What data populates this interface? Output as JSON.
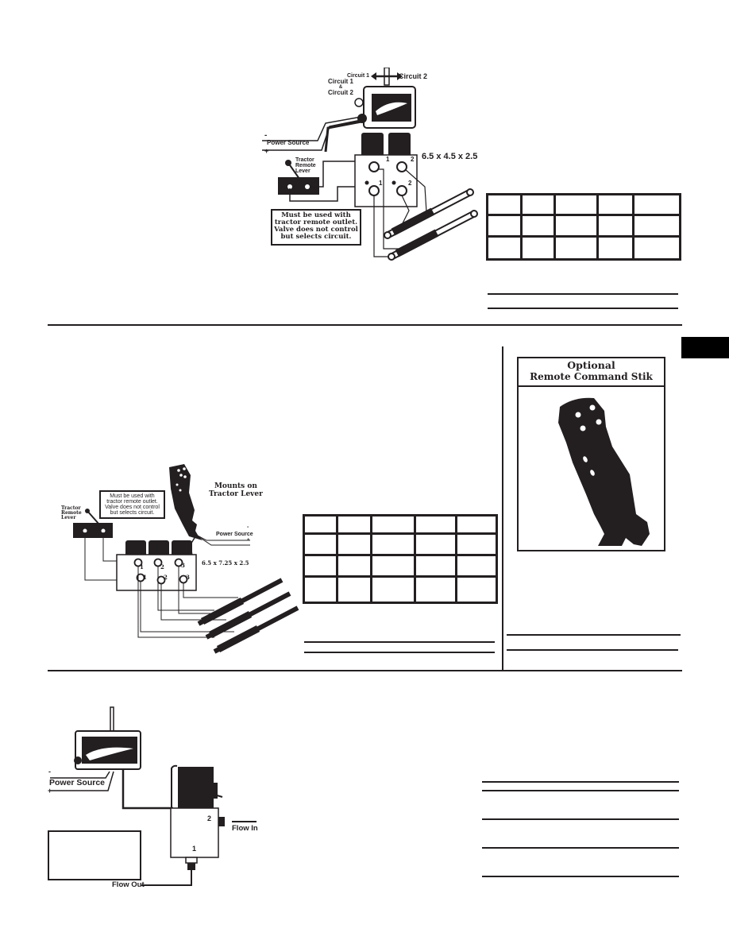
{
  "section1": {
    "diagram": {
      "control_box_labels": [
        "Circuit 1",
        "Circuit 2"
      ],
      "side_label": "Circuit 1 & Circuit 2",
      "side_label_lines": [
        "Circuit 1",
        "&",
        "Circuit 2"
      ],
      "power_source": "Power Source",
      "minus": "-",
      "plus": "+",
      "tractor_lever_lines": [
        "Tractor",
        "Remote",
        "Lever"
      ],
      "dimensions": "6.5 x 4.5 x 2.5",
      "port_labels": [
        "1",
        "2",
        "1",
        "2"
      ],
      "note_lines": [
        "Must be used with",
        "tractor remote outlet.",
        "Valve does not control",
        "but selects circuit."
      ]
    },
    "spec_table": {
      "rows": [
        [
          "",
          "",
          "",
          "",
          ""
        ],
        [
          "",
          "",
          "",
          "",
          ""
        ],
        [
          "",
          "",
          "",
          "",
          ""
        ]
      ]
    },
    "order_lines": [
      "",
      ""
    ]
  },
  "section2": {
    "diagram": {
      "mounts_label_lines": [
        "Mounts on",
        "Tractor Lever"
      ],
      "power_source": "Power Source",
      "minus": "-",
      "plus": "+",
      "tractor_lever_lines": [
        "Tractor",
        "Remote",
        "Lever"
      ],
      "dimensions": "6.5 x 7.25 x 2.5",
      "port_labels_top": [
        "1",
        "2",
        "3"
      ],
      "port_labels_bottom": [
        "1",
        "2",
        "3"
      ],
      "note_lines": [
        "Must be used with",
        "tractor remote outlet.",
        "Valve does not control",
        "but selects circuit."
      ]
    },
    "spec_table": {
      "rows": [
        [
          "",
          "",
          "",
          "",
          ""
        ],
        [
          "",
          "",
          "",
          "",
          ""
        ],
        [
          "",
          "",
          "",
          "",
          ""
        ],
        [
          "",
          "",
          "",
          "",
          ""
        ]
      ]
    },
    "order_lines": [
      "",
      ""
    ],
    "sidebar": {
      "title_line1": "Optional",
      "title_line2": "Remote Command Stik",
      "order_lines": [
        "",
        ""
      ]
    }
  },
  "section3": {
    "diagram": {
      "power_source": "Power Source",
      "minus": "-",
      "plus": "+",
      "port_in": "2",
      "port_out": "1",
      "flow_in": "Flow In",
      "flow_out": "Flow Out"
    },
    "order_lines": [
      "",
      "",
      "",
      "",
      ""
    ]
  },
  "colors": {
    "ink": "#231f20",
    "tab": "#000000",
    "paper": "#ffffff"
  }
}
